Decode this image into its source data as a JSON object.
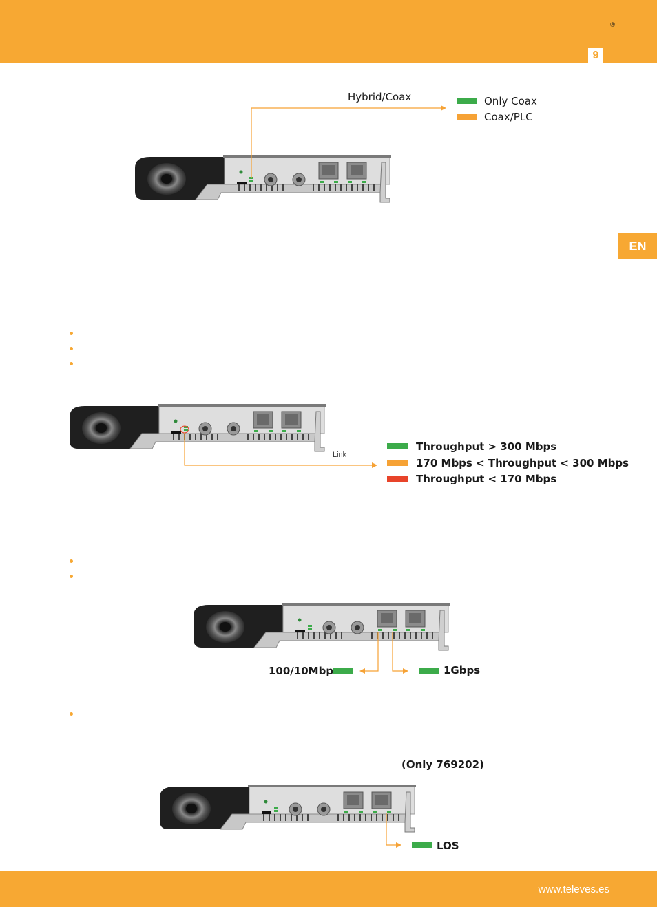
{
  "header": {
    "registered_mark": "®",
    "page_number": "9"
  },
  "language_tab": "EN",
  "footer": {
    "website": "www.televes.es"
  },
  "colors": {
    "accent": "#f7a833",
    "led_green": "#3cab4a",
    "led_orange": "#f6a235",
    "led_red": "#e8442a"
  },
  "figure1": {
    "label": "Hybrid/Coax",
    "legend": [
      {
        "color": "green",
        "text": "Only Coax"
      },
      {
        "color": "orange",
        "text": "Coax/PLC"
      }
    ]
  },
  "figure2": {
    "label": "Link",
    "legend": [
      {
        "color": "green",
        "text": "Throughput > 300 Mbps"
      },
      {
        "color": "orange",
        "text": "170 Mbps < Throughput < 300 Mbps"
      },
      {
        "color": "red",
        "text": "Throughput < 170 Mbps"
      }
    ]
  },
  "figure3": {
    "left_label": "100/10Mbps",
    "right_label": "1Gbps"
  },
  "figure4": {
    "note": "(Only 769202)",
    "label": "LOS"
  }
}
